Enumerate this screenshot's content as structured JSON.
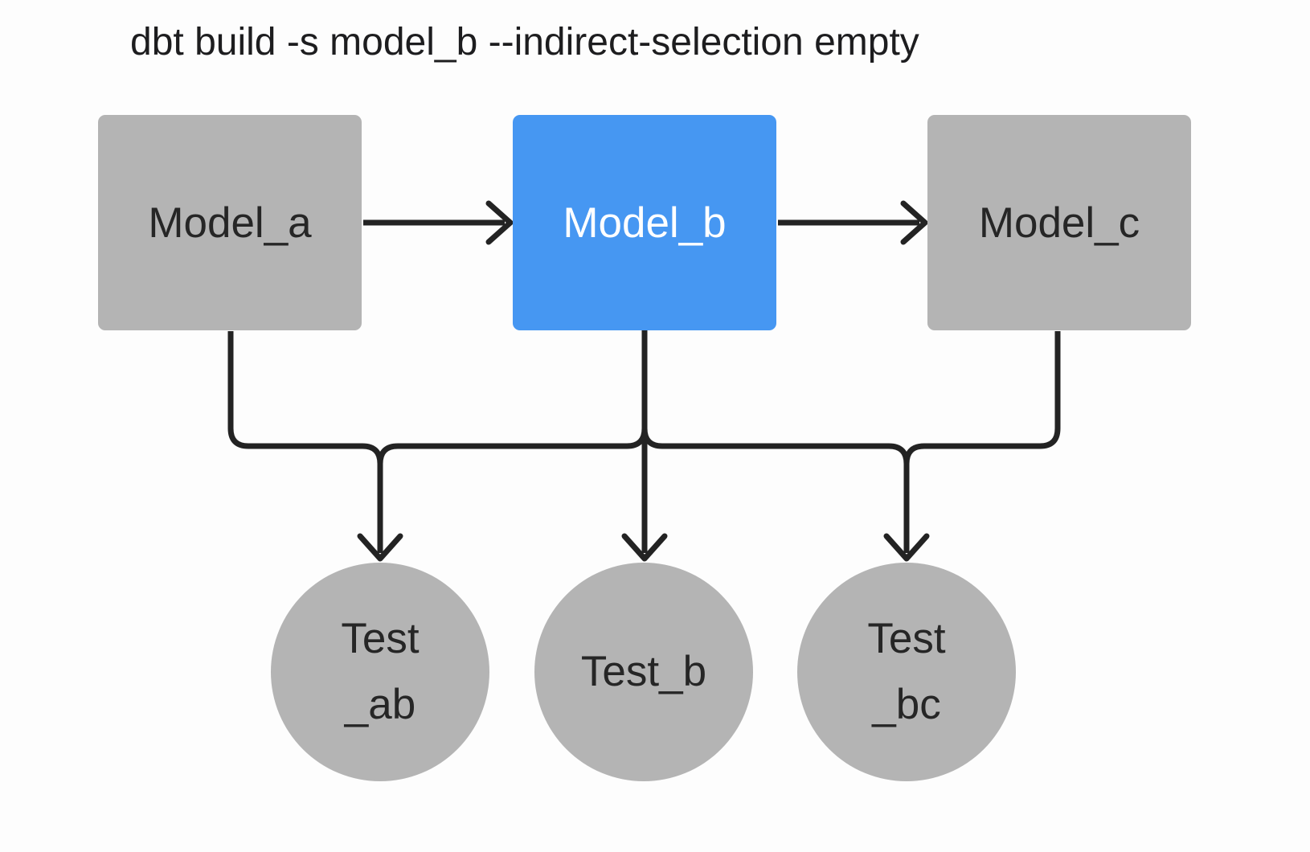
{
  "title": "dbt build -s model_b --indirect-selection empty",
  "colors": {
    "background": "#fdfdfd",
    "node_gray": "#b4b4b4",
    "selected_blue": "#4697f2",
    "edge": "#232323",
    "text_dark": "#262626",
    "text_on_blue": "#ffffff"
  },
  "nodes": {
    "models": [
      {
        "id": "model_a",
        "label": "Model_a",
        "selected": false
      },
      {
        "id": "model_b",
        "label": "Model_b",
        "selected": true
      },
      {
        "id": "model_c",
        "label": "Model_c",
        "selected": false
      }
    ],
    "tests": [
      {
        "id": "test_ab",
        "line1": "Test",
        "line2": "_ab"
      },
      {
        "id": "test_b",
        "line1": "Test_b"
      },
      {
        "id": "test_bc",
        "line1": "Test",
        "line2": "_bc"
      }
    ]
  },
  "edges": [
    {
      "from": "model_a",
      "to": "model_b"
    },
    {
      "from": "model_b",
      "to": "model_c"
    },
    {
      "from": "model_a",
      "to": "test_ab"
    },
    {
      "from": "model_b",
      "to": "test_ab"
    },
    {
      "from": "model_b",
      "to": "test_b"
    },
    {
      "from": "model_b",
      "to": "test_bc"
    },
    {
      "from": "model_c",
      "to": "test_bc"
    }
  ]
}
